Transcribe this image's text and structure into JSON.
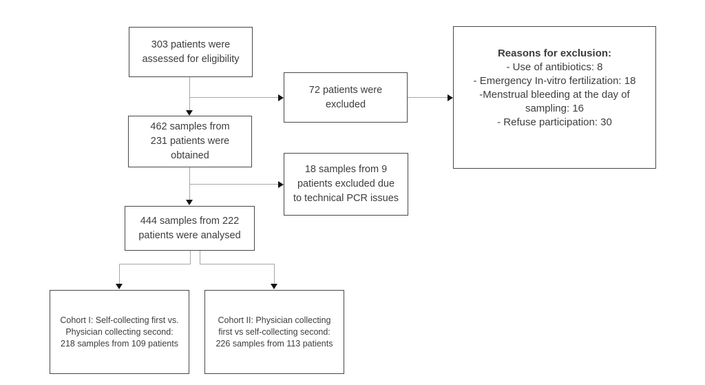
{
  "colors": {
    "background": "#ffffff",
    "box_border": "#474747",
    "text": "#3d3d3d",
    "connector": "#a6a6a6",
    "arrowhead": "#141414"
  },
  "boxes": {
    "eligibility": {
      "lines": [
        "303 patients were",
        "assessed for eligibility"
      ]
    },
    "excluded": {
      "lines": [
        "72 patients were",
        "excluded"
      ]
    },
    "reasons": {
      "title": "Reasons for exclusion:",
      "lines": [
        "- Use of antibiotics: 8",
        "- Emergency In-vitro fertilization: 18",
        "-Menstrual bleeding at the day of",
        "sampling: 16",
        "- Refuse participation: 30"
      ]
    },
    "obtained": {
      "lines": [
        "462 samples from",
        "231 patients were",
        "obtained"
      ]
    },
    "pcr_excluded": {
      "lines": [
        "18 samples from 9",
        "patients excluded due",
        "to technical PCR issues"
      ]
    },
    "analysed": {
      "lines": [
        "444 samples from 222",
        "patients were analysed"
      ]
    },
    "cohort1": {
      "lines": [
        "Cohort I: Self-collecting first vs.",
        "Physician collecting second:",
        "218 samples from 109 patients"
      ]
    },
    "cohort2": {
      "lines": [
        "Cohort II: Physician collecting",
        "first vs self-collecting second:",
        "226 samples from 113 patients"
      ]
    }
  }
}
